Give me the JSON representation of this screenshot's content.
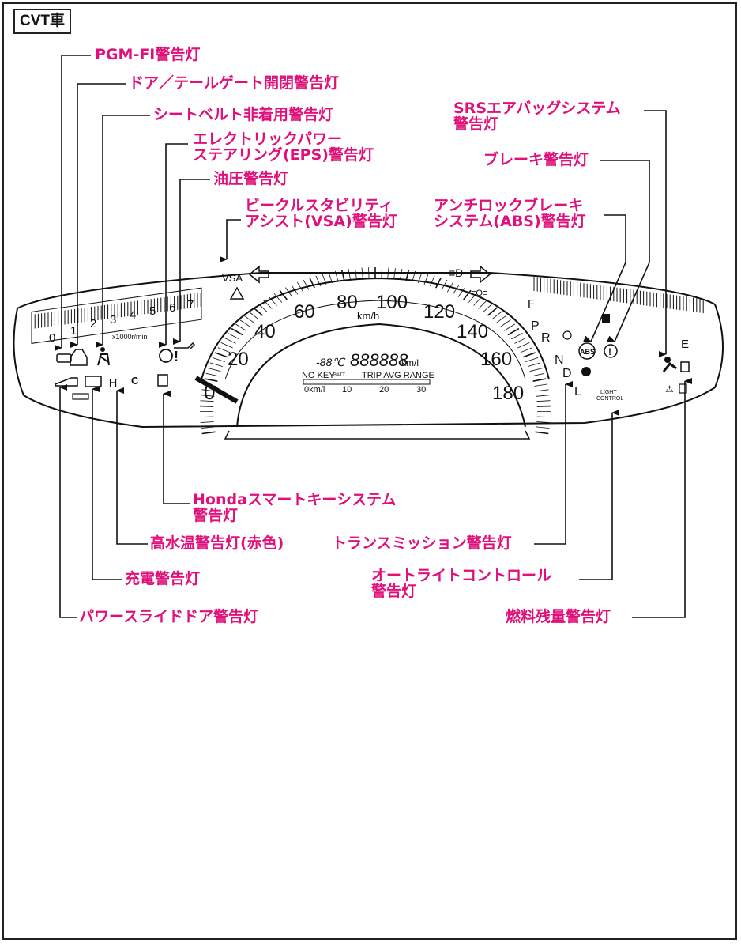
{
  "header": {
    "badge": "CVT車"
  },
  "labels": {
    "pgm_fi": "PGM-FI警告灯",
    "door": "ドア／テールゲート開閉警告灯",
    "seatbelt": "シートベルト非着用警告灯",
    "eps_1": "エレクトリックパワー",
    "eps_2": "ステアリング(EPS)警告灯",
    "oil": "油圧警告灯",
    "vsa_1": "ビークルスタビリティ",
    "vsa_2": "アシスト(VSA)警告灯",
    "srs_1": "SRSエアバッグシステム",
    "srs_2": "警告灯",
    "brake": "ブレーキ警告灯",
    "abs_1": "アンチロックブレーキ",
    "abs_2": "システム(ABS)警告灯",
    "smartkey_1": "Hondaスマートキーシステム",
    "smartkey_2": "警告灯",
    "transmission": "トランスミッション警告灯",
    "temp": "高水温警告灯(赤色)",
    "autolight_1": "オートライトコントロール",
    "autolight_2": "警告灯",
    "charge": "充電警告灯",
    "fuel": "燃料残量警告灯",
    "slide_door": "パワースライドドア警告灯"
  },
  "cluster": {
    "tach_ticks": [
      "0",
      "1",
      "2",
      "3",
      "4",
      "5",
      "6",
      "7"
    ],
    "tach_unit": "x1000r/min",
    "speed_ticks": [
      "0",
      "20",
      "40",
      "60",
      "80",
      "100",
      "120",
      "140",
      "160",
      "180"
    ],
    "speed_unit": "km/h",
    "vsa": "VSA",
    "gear": [
      "P",
      "R",
      "N",
      "D",
      "L"
    ],
    "fuel_full": "F",
    "fuel_empty": "E",
    "light_control_1": "LIGHT",
    "light_control_2": "CONTROL",
    "lcd_temp": "-88℃",
    "lcd_odo": "888888",
    "lcd_odo_unit": "km/l",
    "lcd_status": "NO KEY",
    "lcd_batt": "BATT",
    "lcd_modes": "TRIP AVG RANGE",
    "lcd_scale": [
      "0km/l",
      "10",
      "20",
      "30"
    ],
    "abs_icon": "ABS",
    "temp_icon": "H"
  },
  "colors": {
    "label": "#e0107a",
    "line": "#111111"
  }
}
